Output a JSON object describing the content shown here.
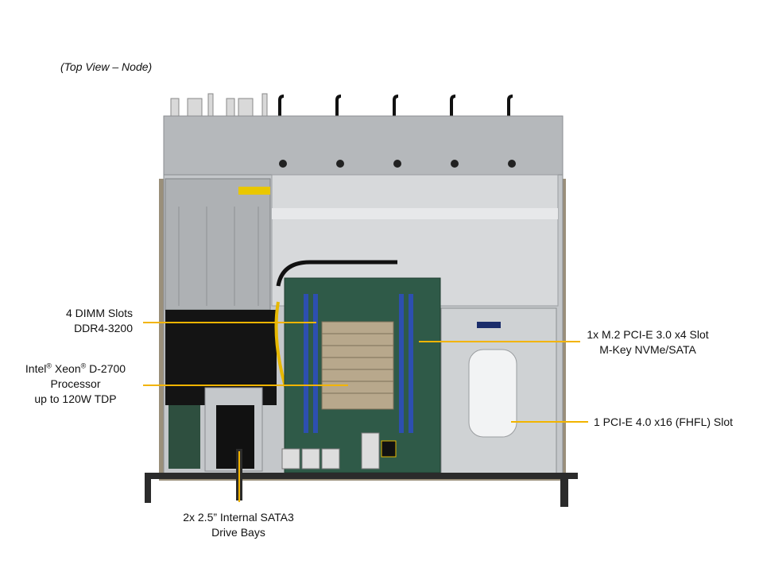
{
  "caption": "(Top View – Node)",
  "labels": {
    "dimm": {
      "line1": "4 DIMM Slots",
      "line2": "DDR4-3200"
    },
    "cpu": {
      "brand": "Intel",
      "reg": "®",
      "family": " Xeon",
      "reg2": "®",
      "model": " D-2700",
      "line2": "Processor",
      "line3": "up to 120W TDP"
    },
    "m2": {
      "line1": "1x M.2 PCI-E 3.0 x4 Slot",
      "line2": "M-Key NVMe/SATA"
    },
    "pcie": {
      "line1": "1 PCI-E 4.0 x16 (FHFL) Slot"
    },
    "drives": {
      "line1": "2x 2.5” Internal  SATA3",
      "line2": "Drive Bays"
    }
  },
  "colors": {
    "leader": "#f2b400",
    "chassis": "#b9bcbf",
    "board": "#2f5a48"
  }
}
